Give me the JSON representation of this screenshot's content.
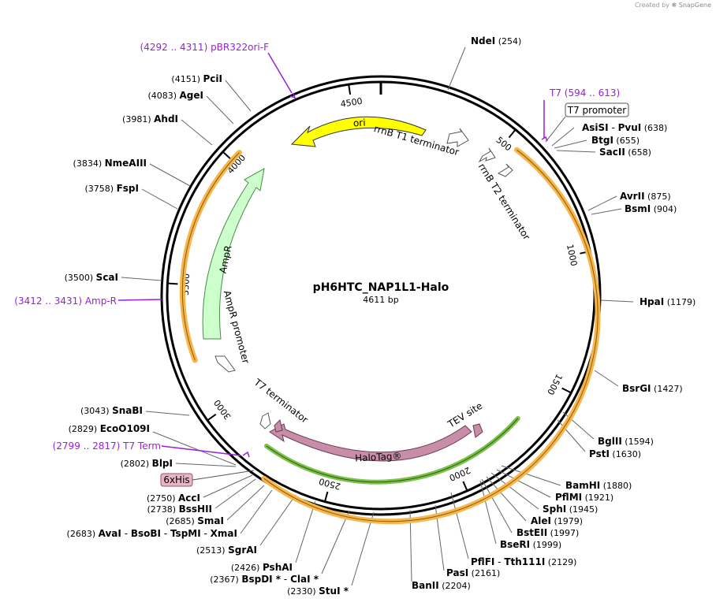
{
  "credit": {
    "prefix": "Created by",
    "brand": "SnapGene"
  },
  "plasmid": {
    "name": "pH6HTC_NAP1L1-Halo",
    "length_label": "4611 bp",
    "length": 4611
  },
  "colors": {
    "backbone": "#000000",
    "orange": "#f7b64d",
    "primer": "#9a1fd6",
    "ori": "#ffff00",
    "ampR": "#ccffcc",
    "haloTag": "#c88da8",
    "tev": "#c88da8",
    "sixHis": "#e8b4c6",
    "green": "#5fa63c"
  },
  "scale_ticks": [
    {
      "label": "500",
      "pos": 500
    },
    {
      "label": "1000",
      "pos": 1000
    },
    {
      "label": "1500",
      "pos": 1500
    },
    {
      "label": "2000",
      "pos": 2000
    },
    {
      "label": "2500",
      "pos": 2500
    },
    {
      "label": "3000",
      "pos": 3000
    },
    {
      "label": "3500",
      "pos": 3500
    },
    {
      "label": "4000",
      "pos": 4000
    },
    {
      "label": "4500",
      "pos": 4500
    }
  ],
  "features": [
    {
      "label": "ori",
      "kind": "arrow",
      "fill": "#ffff00"
    },
    {
      "label": "AmpR",
      "kind": "arrow",
      "fill": "#ccffcc"
    },
    {
      "label": "HaloTag®",
      "kind": "arrow",
      "fill": "#c88da8"
    },
    {
      "label": "rrnB T1 terminator",
      "kind": "terminator"
    },
    {
      "label": "rrnB T2 terminator",
      "kind": "terminator"
    },
    {
      "label": "AmpR promoter",
      "kind": "promoter"
    },
    {
      "label": "T7 terminator",
      "kind": "terminator"
    },
    {
      "label": "TEV site",
      "kind": "site"
    },
    {
      "label": "T7 promoter",
      "kind": "boxed"
    },
    {
      "label": "6xHis",
      "kind": "boxed"
    }
  ],
  "primers": [
    {
      "range": "(4292 .. 4311)",
      "name": "pBR322ori-F"
    },
    {
      "range": "(594 .. 613)",
      "name": "T7"
    },
    {
      "range": "(3412 .. 3431)",
      "name": "Amp-R"
    },
    {
      "range": "(2799 .. 2817)",
      "name": "T7 Term"
    }
  ],
  "sites": [
    {
      "name": "NdeI",
      "pos": "(254)"
    },
    {
      "name": "AsiSI",
      "name2": "PvuI",
      "pos": "(638)"
    },
    {
      "name": "BtgI",
      "pos": "(655)"
    },
    {
      "name": "SacII",
      "pos": "(658)"
    },
    {
      "name": "AvrII",
      "pos": "(875)"
    },
    {
      "name": "BsmI",
      "pos": "(904)"
    },
    {
      "name": "HpaI",
      "pos": "(1179)"
    },
    {
      "name": "BsrGI",
      "pos": "(1427)"
    },
    {
      "name": "BglII",
      "pos": "(1594)"
    },
    {
      "name": "PstI",
      "pos": "(1630)"
    },
    {
      "name": "BamHI",
      "pos": "(1880)"
    },
    {
      "name": "PflMI",
      "pos": "(1921)"
    },
    {
      "name": "SphI",
      "pos": "(1945)"
    },
    {
      "name": "AleI",
      "pos": "(1979)"
    },
    {
      "name": "BstEII",
      "pos": "(1997)"
    },
    {
      "name": "BseRI",
      "pos": "(1999)"
    },
    {
      "name": "PflFI",
      "name2": "Tth111I",
      "pos": "(2129)"
    },
    {
      "name": "PasI",
      "pos": "(2161)"
    },
    {
      "name": "BanII",
      "pos": "(2204)"
    },
    {
      "name": "StuI *",
      "pos": "(2330)"
    },
    {
      "name": "BspDI *",
      "name2": "ClaI *",
      "pos": "(2367)"
    },
    {
      "name": "PshAI",
      "pos": "(2426)"
    },
    {
      "name": "SgrAI",
      "pos": "(2513)"
    },
    {
      "name": "AvaI",
      "name2": "BsoBI",
      "name3": "TspMI",
      "name4": "XmaI",
      "pos": "(2683)"
    },
    {
      "name": "SmaI",
      "pos": "(2685)"
    },
    {
      "name": "BssHII",
      "pos": "(2738)"
    },
    {
      "name": "AccI",
      "pos": "(2750)"
    },
    {
      "name": "BlpI",
      "pos": "(2802)"
    },
    {
      "name": "EcoO109I",
      "pos": "(2829)"
    },
    {
      "name": "SnaBI",
      "pos": "(3043)"
    },
    {
      "name": "ScaI",
      "pos": "(3500)"
    },
    {
      "name": "FspI",
      "pos": "(3758)"
    },
    {
      "name": "NmeAIII",
      "pos": "(3834)"
    },
    {
      "name": "AhdI",
      "pos": "(3981)"
    },
    {
      "name": "AgeI",
      "pos": "(4083)"
    },
    {
      "name": "PciI",
      "pos": "(4151)"
    }
  ]
}
